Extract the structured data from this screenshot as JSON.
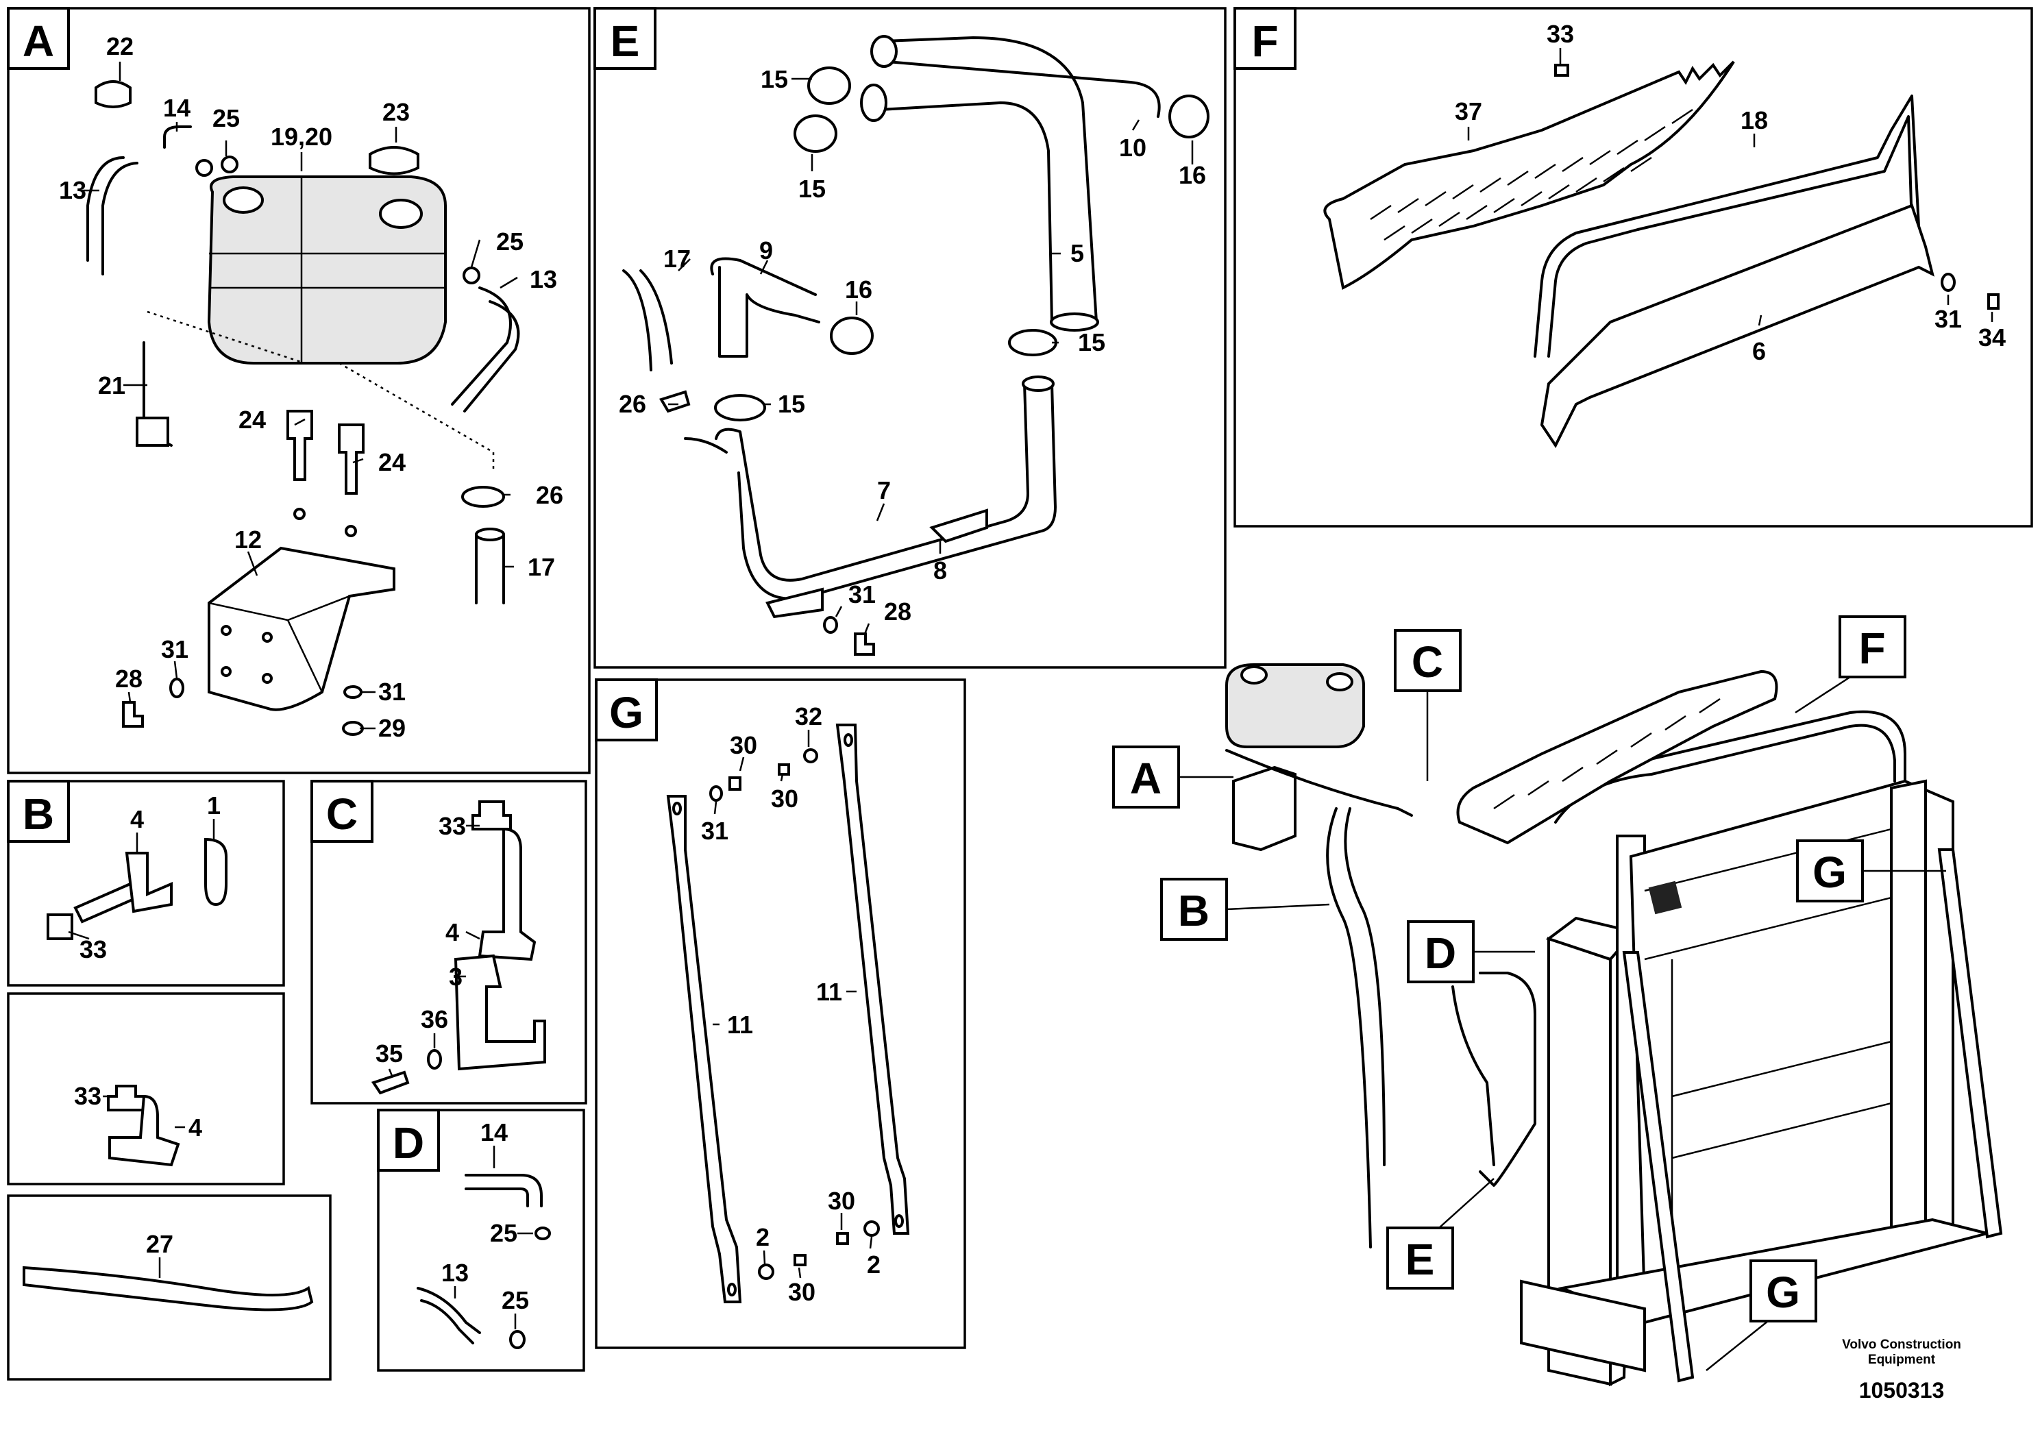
{
  "sections": {
    "A": {
      "tag": "A",
      "items": [
        "22",
        "14",
        "25",
        "19,20",
        "23",
        "13",
        "25",
        "13",
        "21",
        "24",
        "24",
        "26",
        "12",
        "17",
        "31",
        "28",
        "31",
        "29"
      ]
    },
    "B": {
      "tag": "B",
      "items": [
        "4",
        "1",
        "33"
      ]
    },
    "B2": {
      "items": [
        "33",
        "4"
      ]
    },
    "B3": {
      "items": [
        "27"
      ]
    },
    "C": {
      "tag": "C",
      "items": [
        "33",
        "4",
        "3",
        "36",
        "35"
      ]
    },
    "D": {
      "tag": "D",
      "items": [
        "14",
        "25",
        "13",
        "25"
      ]
    },
    "E": {
      "tag": "E",
      "items": [
        "15",
        "15",
        "10",
        "16",
        "5",
        "17",
        "9",
        "16",
        "15",
        "26",
        "15",
        "7",
        "8",
        "31",
        "28"
      ]
    },
    "F": {
      "tag": "F",
      "items": [
        "33",
        "37",
        "18",
        "31",
        "6",
        "34"
      ]
    },
    "G": {
      "tag": "G",
      "items": [
        "32",
        "30",
        "30",
        "31",
        "11",
        "11",
        "30",
        "2",
        "2",
        "30"
      ]
    }
  },
  "overview": {
    "tags": [
      "A",
      "B",
      "C",
      "D",
      "E",
      "F",
      "G",
      "G"
    ]
  },
  "brand": {
    "line1": "Volvo Construction",
    "line2": "Equipment",
    "doc_number": "1050313"
  }
}
